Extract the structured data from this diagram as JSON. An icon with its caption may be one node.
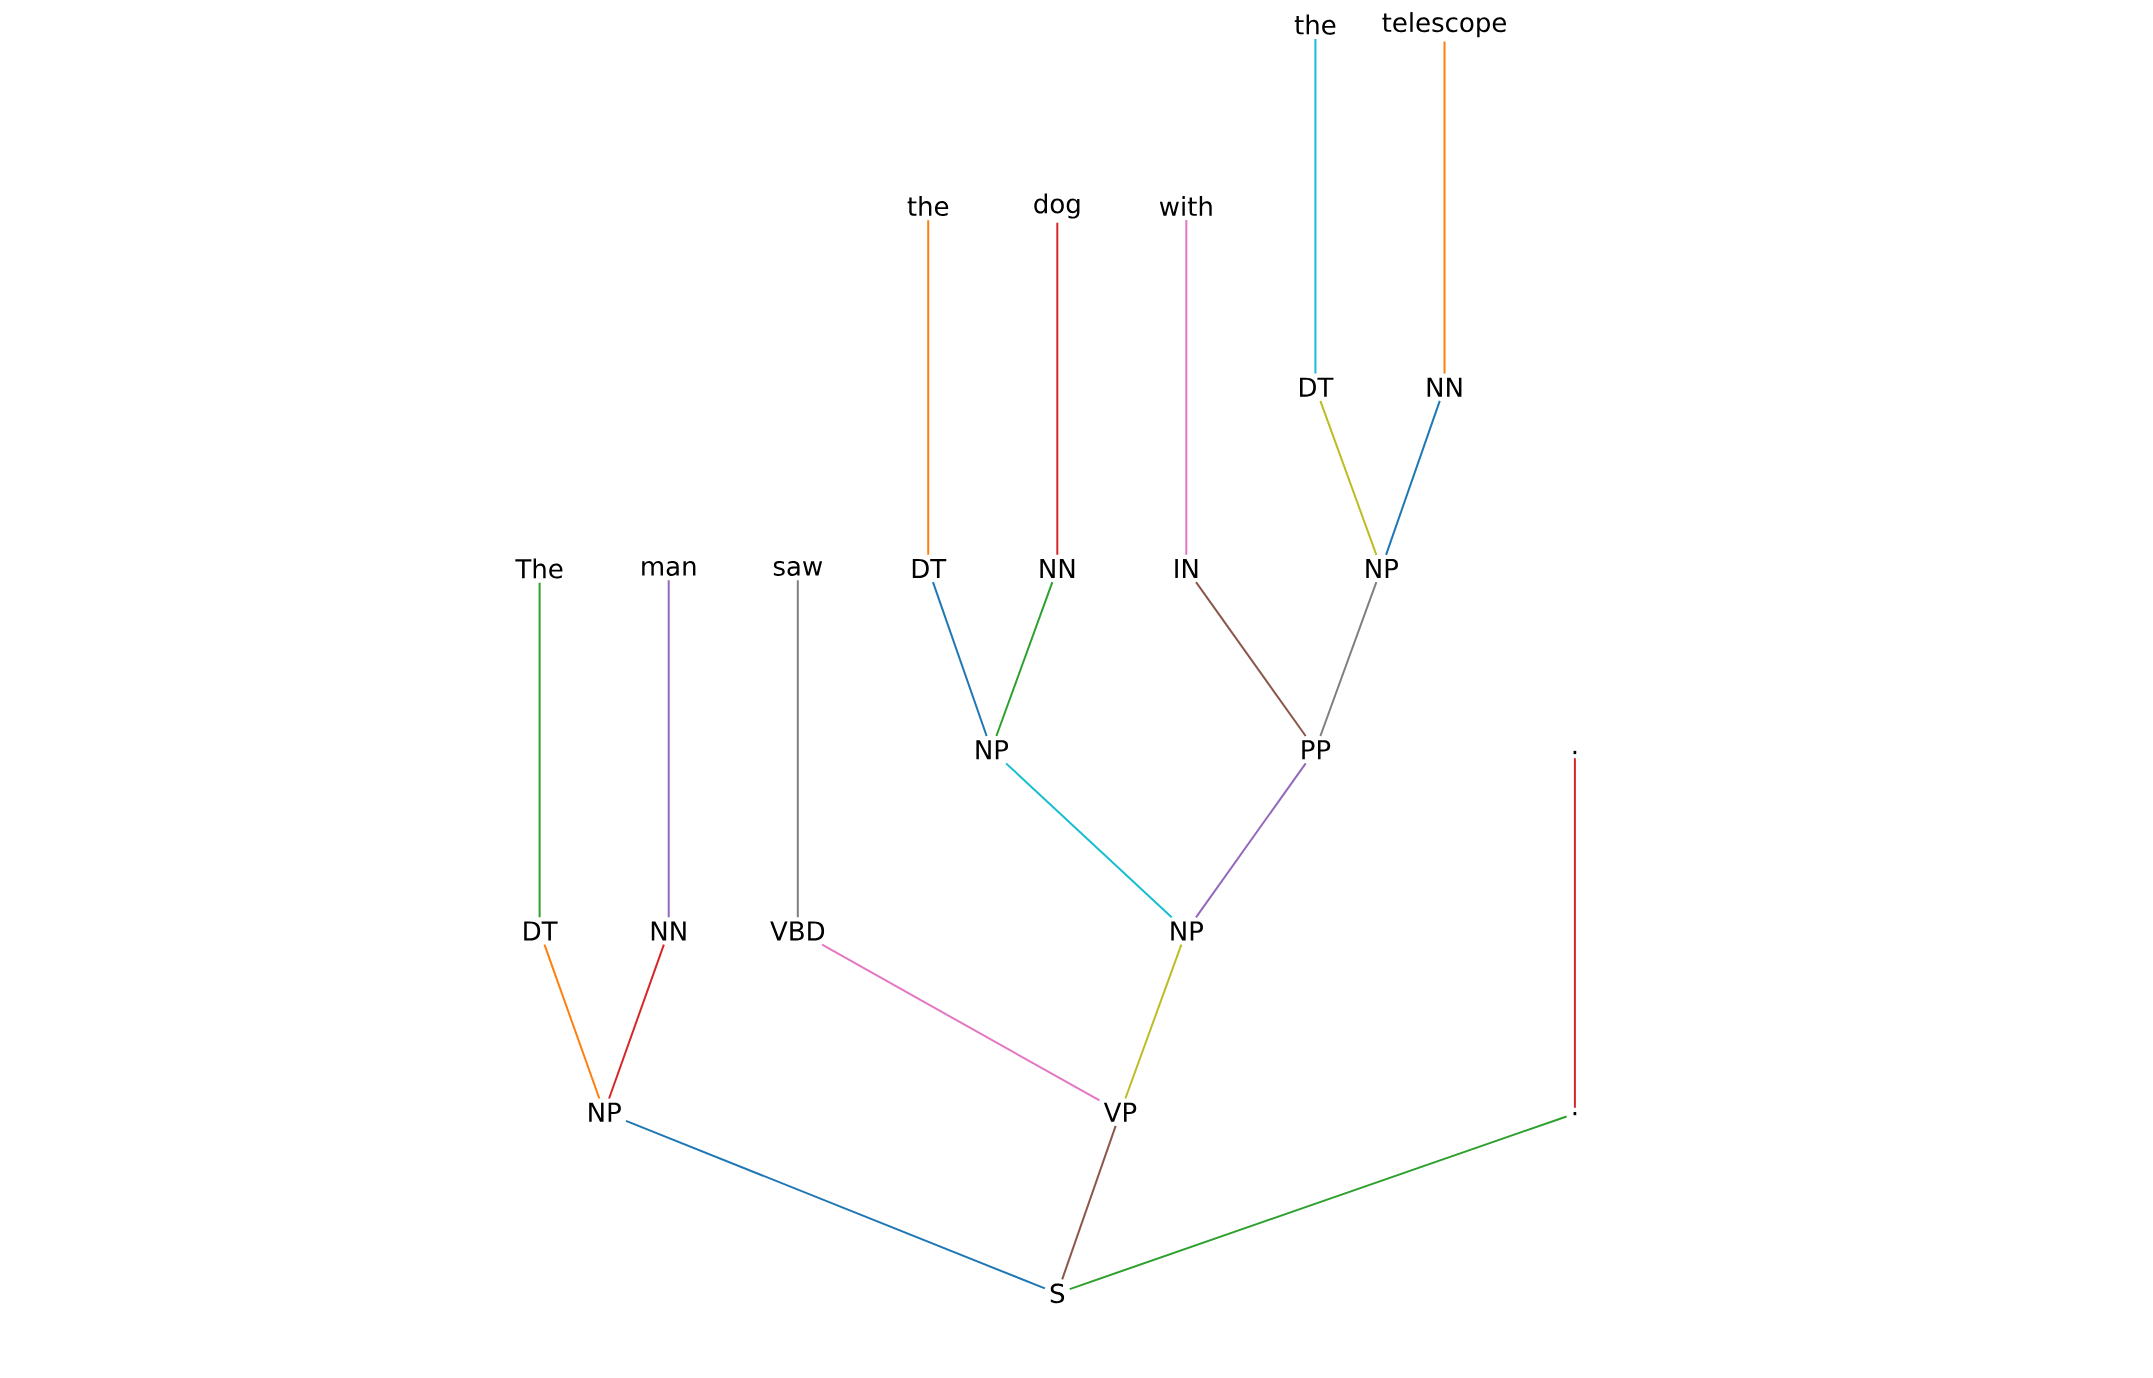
{
  "diagram": {
    "nodes": [
      {
        "text": [
          "the"
        ]
      },
      {
        "text": [
          "telescope"
        ]
      },
      {
        "text": [
          "the"
        ]
      },
      {
        "text": [
          "dog"
        ]
      },
      {
        "text": [
          "with"
        ]
      },
      {
        "text": [
          "DT"
        ]
      },
      {
        "text": [
          "NN"
        ]
      },
      {
        "text": [
          "The"
        ]
      },
      {
        "text": [
          "man"
        ]
      },
      {
        "text": [
          "saw"
        ]
      },
      {
        "text": [
          "DT"
        ]
      },
      {
        "text": [
          "NN"
        ]
      },
      {
        "text": [
          "IN"
        ]
      },
      {
        "text": [
          "NP"
        ]
      },
      {
        "text": [
          "NP"
        ]
      },
      {
        "text": [
          "PP"
        ]
      },
      {
        "text": [
          "."
        ]
      },
      {
        "text": [
          "DT"
        ]
      },
      {
        "text": [
          "NN"
        ]
      },
      {
        "text": [
          "VBD"
        ]
      },
      {
        "text": [
          "NP"
        ]
      },
      {
        "text": [
          "NP"
        ]
      },
      {
        "text": [
          "VP"
        ]
      },
      {
        "text": [
          "."
        ]
      },
      {
        "text": [
          "S"
        ]
      }
    ],
    "edges": [
      {
        "from": 24,
        "to": 21,
        "arrow": "none",
        "color": "#1f77b4"
      },
      {
        "from": 24,
        "to": 22,
        "arrow": "none",
        "color": "#8c564b"
      },
      {
        "from": 24,
        "to": 23,
        "arrow": "none",
        "color": "#2ca02c"
      },
      {
        "from": 21,
        "to": 17,
        "arrow": "none",
        "color": "#ff7f0e"
      },
      {
        "from": 21,
        "to": 18,
        "arrow": "none",
        "color": "#d62728"
      },
      {
        "from": 17,
        "to": 7,
        "arrow": "none",
        "color": "#2ca02c"
      },
      {
        "from": 18,
        "to": 8,
        "arrow": "none",
        "color": "#9467bd"
      },
      {
        "from": 22,
        "to": 19,
        "arrow": "none",
        "color": "#e377c2"
      },
      {
        "from": 22,
        "to": 20,
        "arrow": "none",
        "color": "#bcbd22"
      },
      {
        "from": 19,
        "to": 9,
        "arrow": "none",
        "color": "#7f7f7f"
      },
      {
        "from": 20,
        "to": 14,
        "arrow": "none",
        "color": "#17becf"
      },
      {
        "from": 20,
        "to": 15,
        "arrow": "none",
        "color": "#9467bd"
      },
      {
        "from": 14,
        "to": 10,
        "arrow": "none",
        "color": "#1f77b4"
      },
      {
        "from": 14,
        "to": 11,
        "arrow": "none",
        "color": "#2ca02c"
      },
      {
        "from": 10,
        "to": 2,
        "arrow": "none",
        "color": "#ff7f0e"
      },
      {
        "from": 11,
        "to": 3,
        "arrow": "none",
        "color": "#d62728"
      },
      {
        "from": 15,
        "to": 12,
        "arrow": "none",
        "color": "#8c564b"
      },
      {
        "from": 15,
        "to": 13,
        "arrow": "none",
        "color": "#7f7f7f"
      },
      {
        "from": 12,
        "to": 4,
        "arrow": "none",
        "color": "#e377c2"
      },
      {
        "from": 13,
        "to": 5,
        "arrow": "none",
        "color": "#bcbd22"
      },
      {
        "from": 13,
        "to": 6,
        "arrow": "none",
        "color": "#1f77b4"
      },
      {
        "from": 5,
        "to": 0,
        "arrow": "none",
        "color": "#17becf"
      },
      {
        "from": 6,
        "to": 1,
        "arrow": "none",
        "color": "#ff7f0e"
      },
      {
        "from": 23,
        "to": 16,
        "arrow": "none",
        "color": "#d62728"
      }
    ]
  }
}
